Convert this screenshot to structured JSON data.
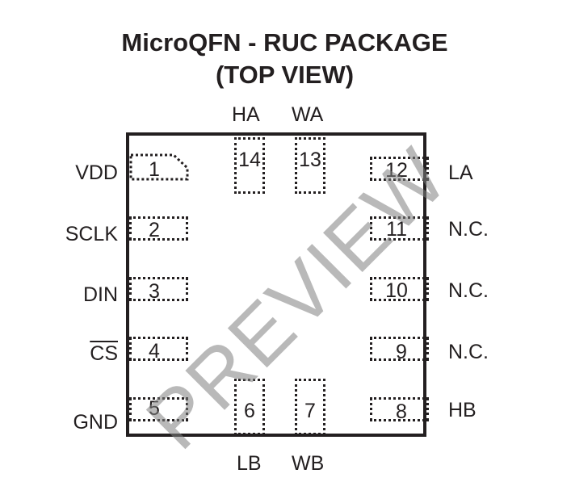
{
  "title_line1": "MicroQFN - RUC PACKAGE",
  "title_line2": "(TOP VIEW)",
  "watermark": "PREVIEW",
  "pins": {
    "p1": {
      "num": "1",
      "name": "VDD"
    },
    "p2": {
      "num": "2",
      "name": "SCLK"
    },
    "p3": {
      "num": "3",
      "name": "DIN"
    },
    "p4": {
      "num": "4",
      "name": "CS"
    },
    "p5": {
      "num": "5",
      "name": "GND"
    },
    "p6": {
      "num": "6",
      "name": "LB"
    },
    "p7": {
      "num": "7",
      "name": "WB"
    },
    "p8": {
      "num": "8",
      "name": "HB"
    },
    "p9": {
      "num": "9",
      "name": "N.C."
    },
    "p10": {
      "num": "10",
      "name": "N.C."
    },
    "p11": {
      "num": "11",
      "name": "N.C."
    },
    "p12": {
      "num": "12",
      "name": "LA"
    },
    "p13": {
      "num": "13",
      "name": "WA"
    },
    "p14": {
      "num": "14",
      "name": "HA"
    }
  }
}
